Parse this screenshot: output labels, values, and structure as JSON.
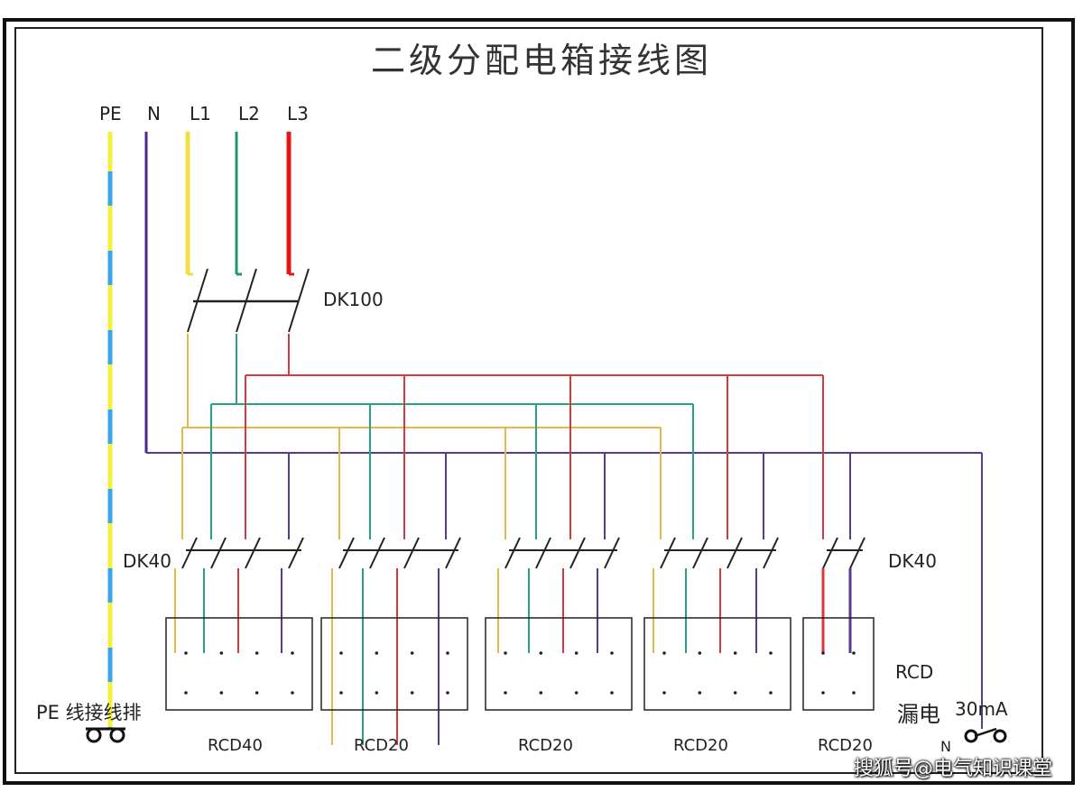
{
  "title": "二级分配电箱接线图",
  "bus_labels": {
    "pe": "PE",
    "n": "N",
    "l1": "L1",
    "l2": "L2",
    "l3": "L3"
  },
  "main_switch_label": "DK100",
  "branch_switch_label_left": "DK40",
  "branch_switch_label_right": "DK40",
  "rcd_labels": [
    "RCD40",
    "RCD20",
    "RCD20",
    "RCD20",
    "RCD20"
  ],
  "pe_bar_label": "PE 线接线排",
  "rcd_note_1": "RCD",
  "rcd_note_2": "漏电",
  "rcd_note_3": "30mA",
  "n_terminal_label": "N",
  "watermark": "搜狐号@电气知识课堂",
  "colors": {
    "pe_yellow": "#f2f23a",
    "pe_blue": "#3aa6e8",
    "neutral": "#4a2a8a",
    "l1": "#f0e040",
    "l2": "#1e9a6a",
    "l3": "#e01818",
    "l1_bus": "#e6b84a",
    "l2_bus": "#2aa088",
    "l3_bus": "#d83a3a",
    "n_bus": "#5a3a8a"
  }
}
